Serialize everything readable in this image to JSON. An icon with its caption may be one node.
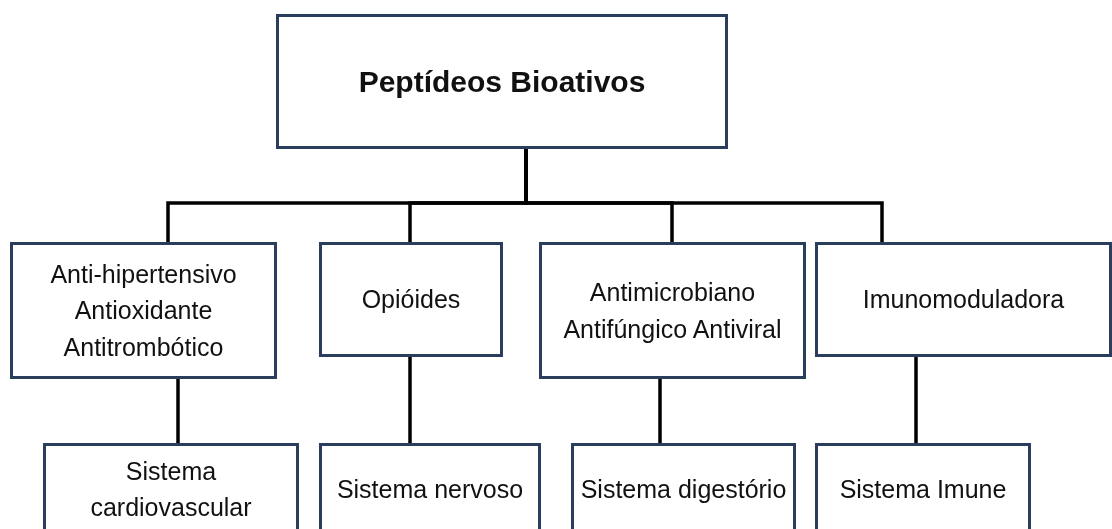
{
  "diagram": {
    "nodes": [
      {
        "text": [
          "Peptídeos Bioativos"
        ]
      },
      {
        "text": [
          "Anti-hipertensivo Antioxidante Antitrombótico"
        ]
      },
      {
        "text": [
          "Opióides"
        ]
      },
      {
        "text": [
          "Antimicrobiano Antifúngico Antiviral"
        ]
      },
      {
        "text": [
          "Imunomoduladora"
        ]
      },
      {
        "text": [
          "Sistema cardiovascular"
        ]
      },
      {
        "text": [
          "Sistema nervoso"
        ]
      },
      {
        "text": [
          "Sistema digestório"
        ]
      },
      {
        "text": [
          "Sistema Imune"
        ]
      }
    ],
    "edges": [
      {
        "from": 0,
        "to": 1,
        "arrow": "none"
      },
      {
        "from": 0,
        "to": 2,
        "arrow": "none"
      },
      {
        "from": 0,
        "to": 3,
        "arrow": "none"
      },
      {
        "from": 0,
        "to": 4,
        "arrow": "none"
      },
      {
        "from": 1,
        "to": 5,
        "arrow": "none"
      },
      {
        "from": 2,
        "to": 6,
        "arrow": "none"
      },
      {
        "from": 3,
        "to": 7,
        "arrow": "none"
      },
      {
        "from": 4,
        "to": 8,
        "arrow": "none"
      }
    ]
  }
}
